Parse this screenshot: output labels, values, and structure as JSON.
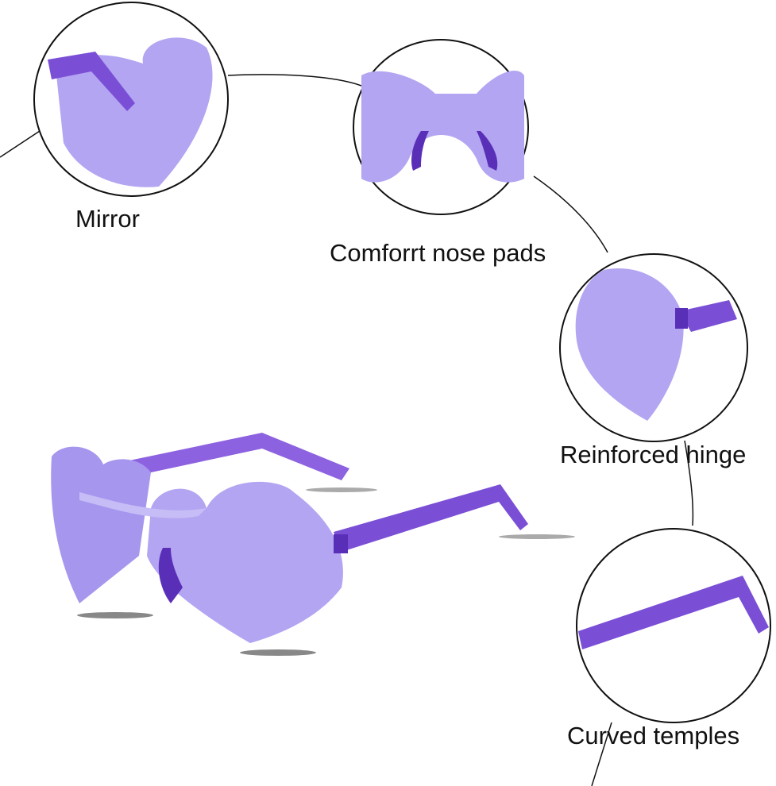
{
  "callouts": {
    "mirror": "Mirror",
    "nose_pads": "Comforrt nose pads",
    "hinge": "Reinforced hinge",
    "temples": "Curved temples"
  },
  "colors": {
    "lens": "#b3a5f2",
    "lens_dark": "#9d8ae8",
    "frame": "#7a4fd6",
    "frame_dark": "#5a2fb8",
    "line": "#111111"
  }
}
